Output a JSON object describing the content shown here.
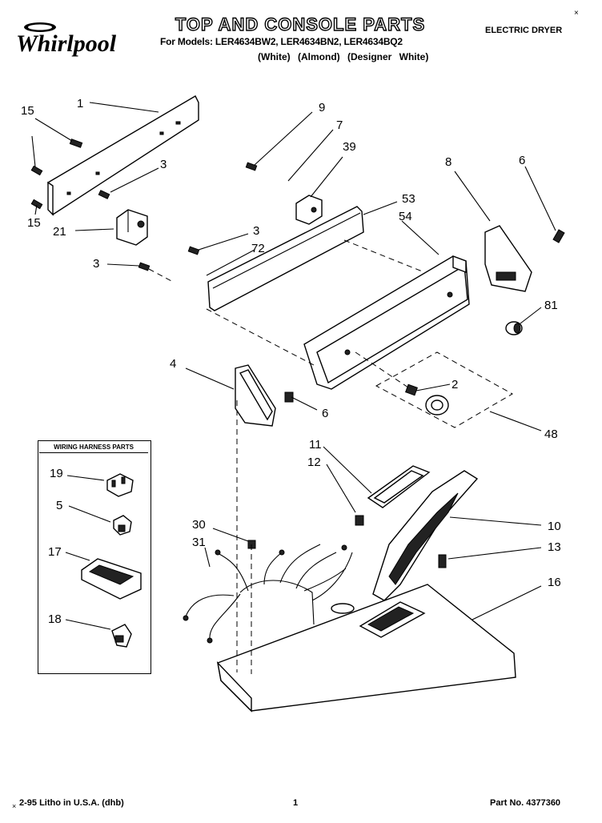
{
  "header": {
    "brand": "Whirlpool",
    "title": "TOP AND CONSOLE PARTS",
    "models_line": "For Models: LER4634BW2, LER4634BN2, LER4634BQ2",
    "colors_line": "(White)   (Almond)   (Designer White)",
    "product": "ELECTRIC DRYER",
    "corner_mark": "×"
  },
  "harness_box": {
    "title": "WIRING HARNESS PARTS"
  },
  "callouts": [
    "1",
    "15",
    "15",
    "3",
    "21",
    "9",
    "7",
    "39",
    "53",
    "54",
    "3",
    "72",
    "3",
    "8",
    "6",
    "81",
    "4",
    "6",
    "2",
    "48",
    "11",
    "12",
    "30",
    "31",
    "10",
    "13",
    "16",
    "19",
    "5",
    "17",
    "18"
  ],
  "footer": {
    "litho": "2-95 Litho in U.S.A. (dhb)",
    "page": "1",
    "part_no": "Part No. 4377360",
    "mark": "×"
  }
}
